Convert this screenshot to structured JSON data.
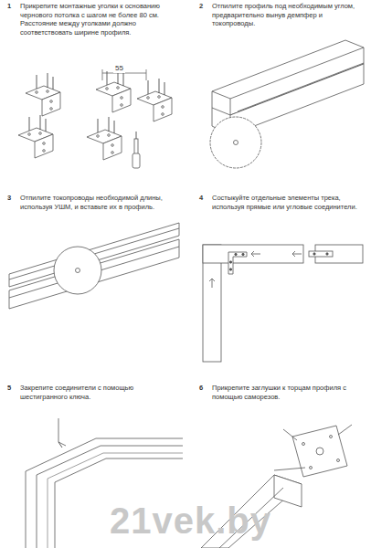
{
  "diagram": {
    "labels": [
      "1",
      "Прикрепите монтажные уголки к основанию чернового потолка с шагом не более 80 см. Расстояние между уголками должно соответствовать ширине профиля.",
      "55",
      "2",
      "Отпилите профиль под необходимым углом, предварительно вынув демпфер и токопроводы.",
      "3",
      "Отпилите токопроводы необходимой длины, используя УШМ, и вставьте их в профиль.",
      "4",
      "Состыкуйте отдельные элементы трека, используя прямые или угловые соединители.",
      "5",
      "Закрепите соединители с помощью шестигранного ключа.",
      "6",
      "Прикрепите заглушки к торцам профиля с помощью саморезов.",
      "21vek.by"
    ]
  }
}
